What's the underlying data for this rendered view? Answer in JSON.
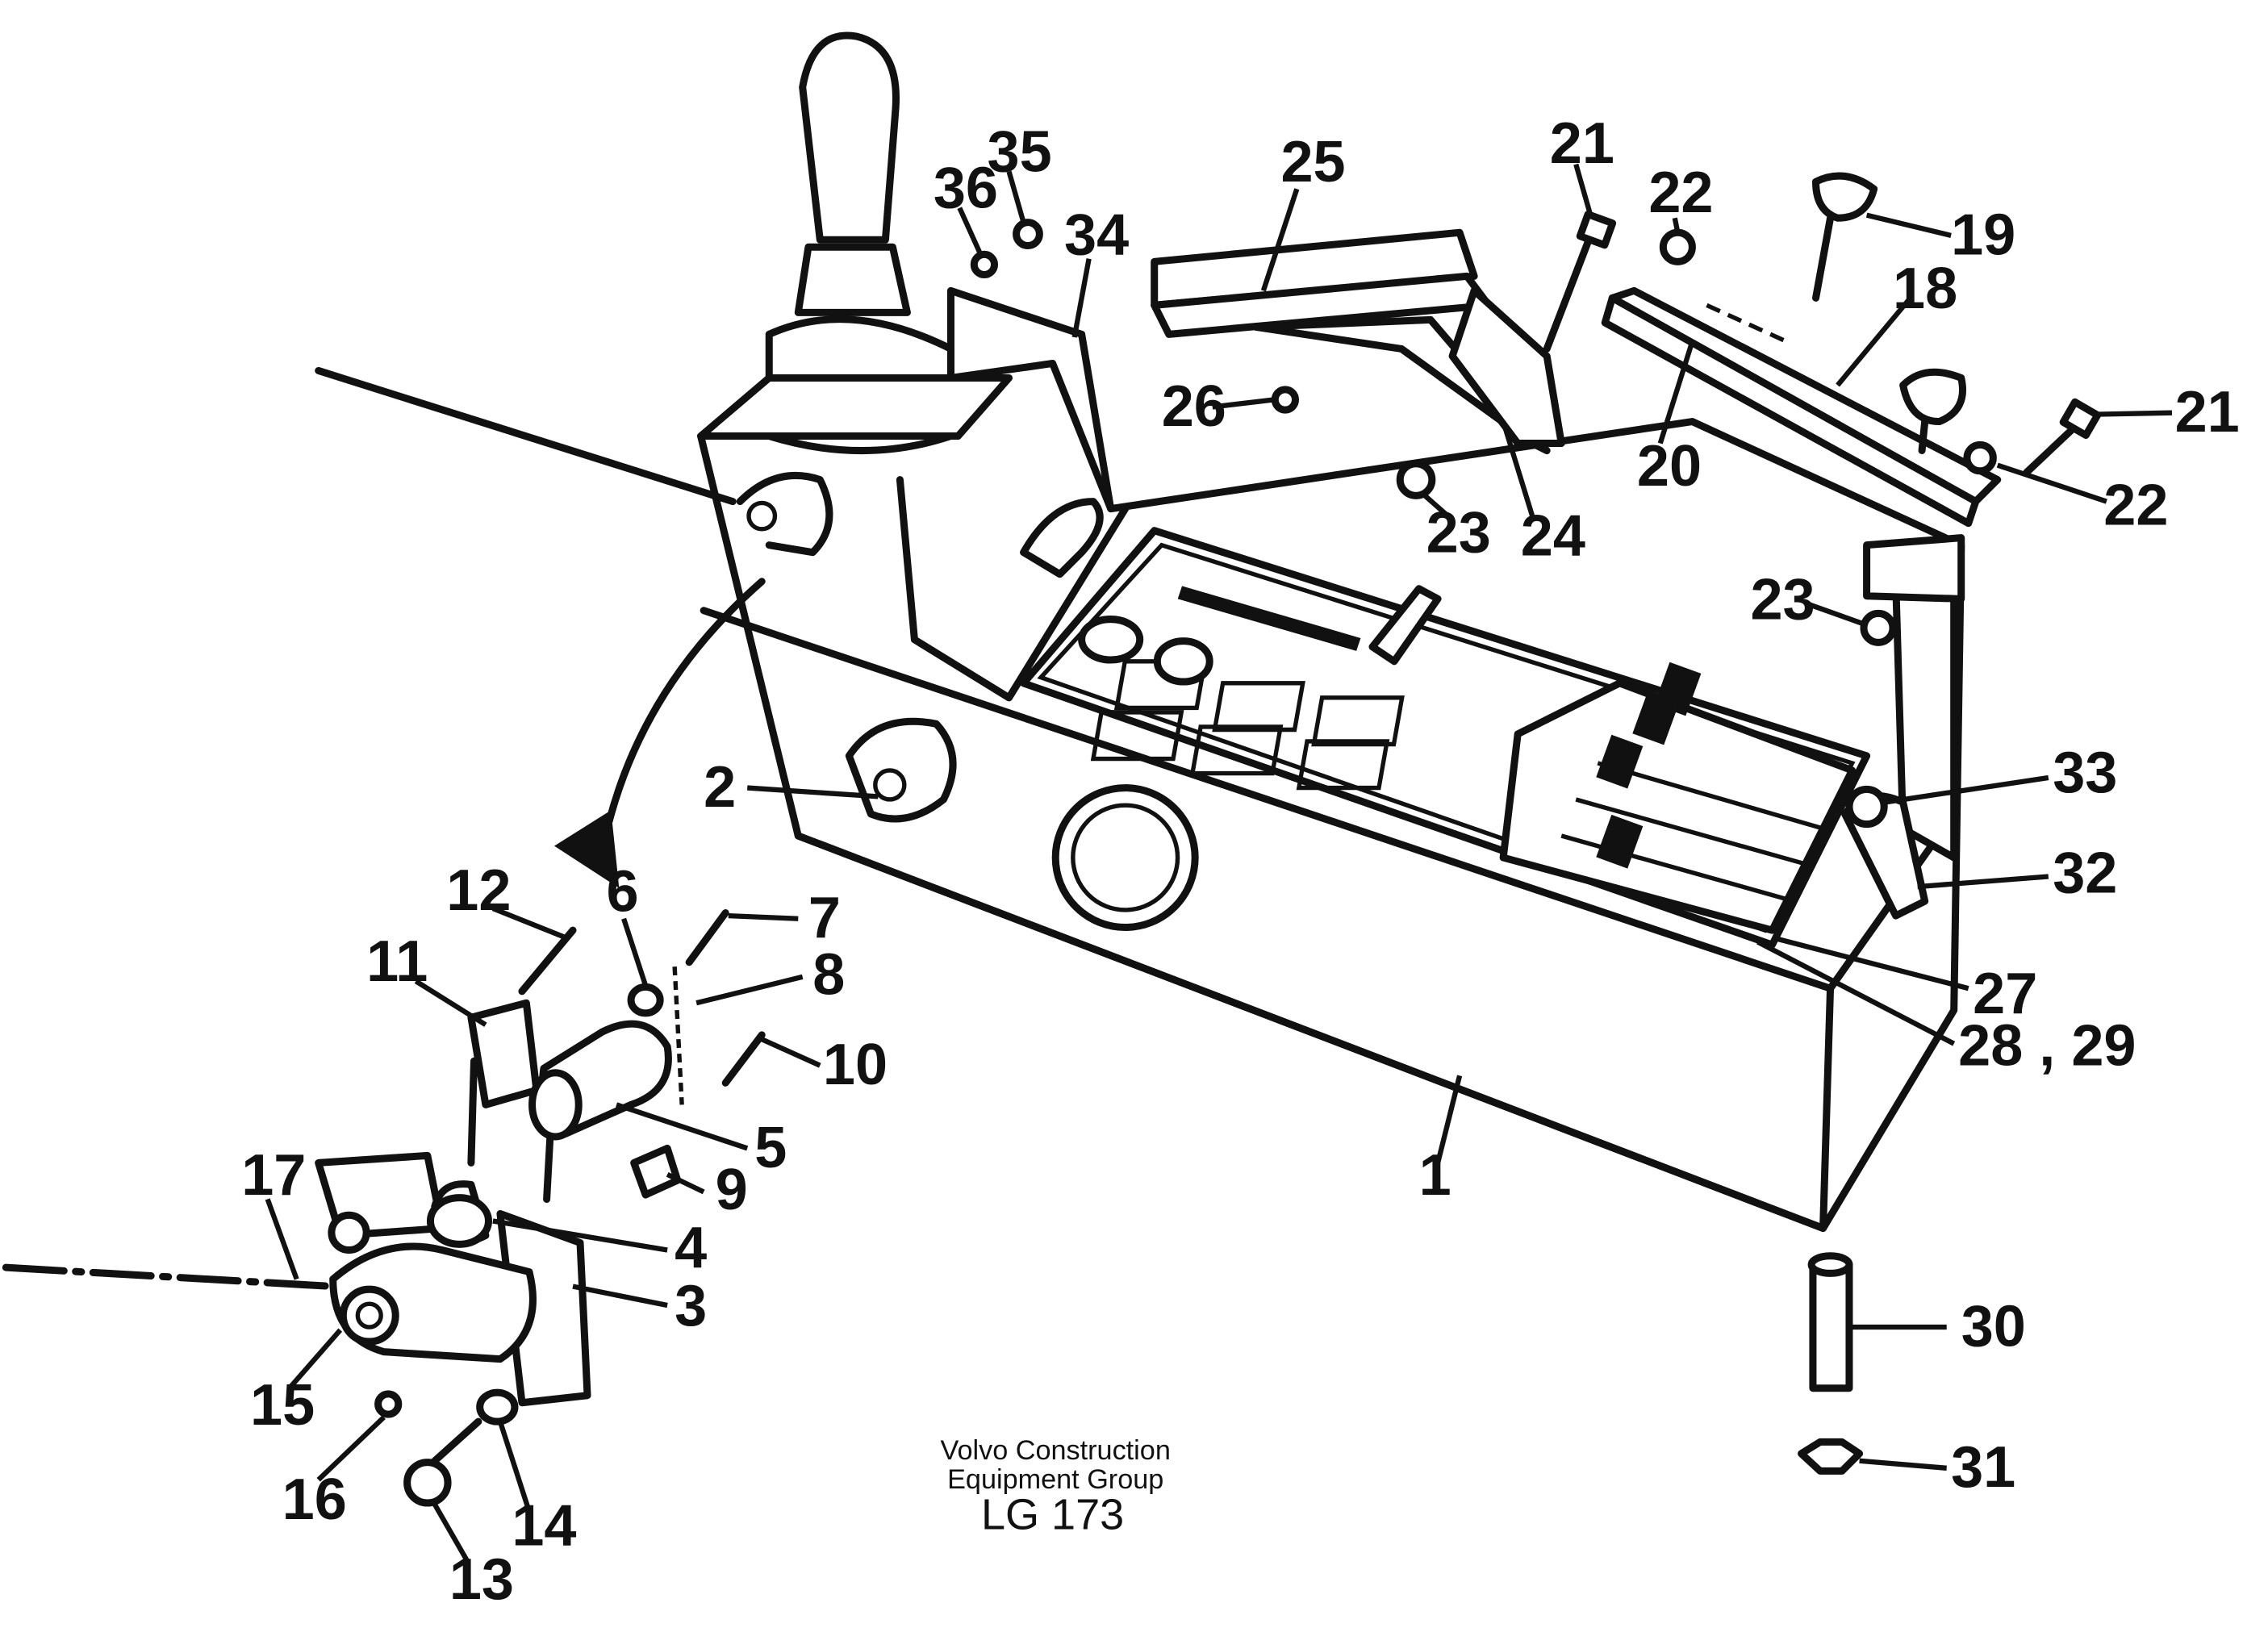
{
  "callouts": [
    {
      "id": "1",
      "label": "1"
    },
    {
      "id": "2",
      "label": "2"
    },
    {
      "id": "3",
      "label": "3"
    },
    {
      "id": "4",
      "label": "4"
    },
    {
      "id": "5",
      "label": "5"
    },
    {
      "id": "6",
      "label": "6"
    },
    {
      "id": "7",
      "label": "7"
    },
    {
      "id": "8",
      "label": "8"
    },
    {
      "id": "9",
      "label": "9"
    },
    {
      "id": "10",
      "label": "10"
    },
    {
      "id": "11",
      "label": "11"
    },
    {
      "id": "12",
      "label": "12"
    },
    {
      "id": "13",
      "label": "13"
    },
    {
      "id": "14",
      "label": "14"
    },
    {
      "id": "15",
      "label": "15"
    },
    {
      "id": "16",
      "label": "16"
    },
    {
      "id": "17",
      "label": "17"
    },
    {
      "id": "18",
      "label": "18"
    },
    {
      "id": "19",
      "label": "19"
    },
    {
      "id": "20",
      "label": "20"
    },
    {
      "id": "21a",
      "label": "21"
    },
    {
      "id": "21b",
      "label": "21"
    },
    {
      "id": "22a",
      "label": "22"
    },
    {
      "id": "22b",
      "label": "22"
    },
    {
      "id": "23a",
      "label": "23"
    },
    {
      "id": "23b",
      "label": "23"
    },
    {
      "id": "24",
      "label": "24"
    },
    {
      "id": "25",
      "label": "25"
    },
    {
      "id": "26",
      "label": "26"
    },
    {
      "id": "27",
      "label": "27"
    },
    {
      "id": "28-29",
      "label": "28 , 29"
    },
    {
      "id": "30",
      "label": "30"
    },
    {
      "id": "31",
      "label": "31"
    },
    {
      "id": "32",
      "label": "32"
    },
    {
      "id": "33",
      "label": "33"
    },
    {
      "id": "34",
      "label": "34"
    },
    {
      "id": "35",
      "label": "35"
    },
    {
      "id": "36",
      "label": "36"
    }
  ],
  "footer": {
    "company_line1": "Volvo Construction",
    "company_line2": "Equipment Group",
    "drawing_code": "LG 173"
  }
}
